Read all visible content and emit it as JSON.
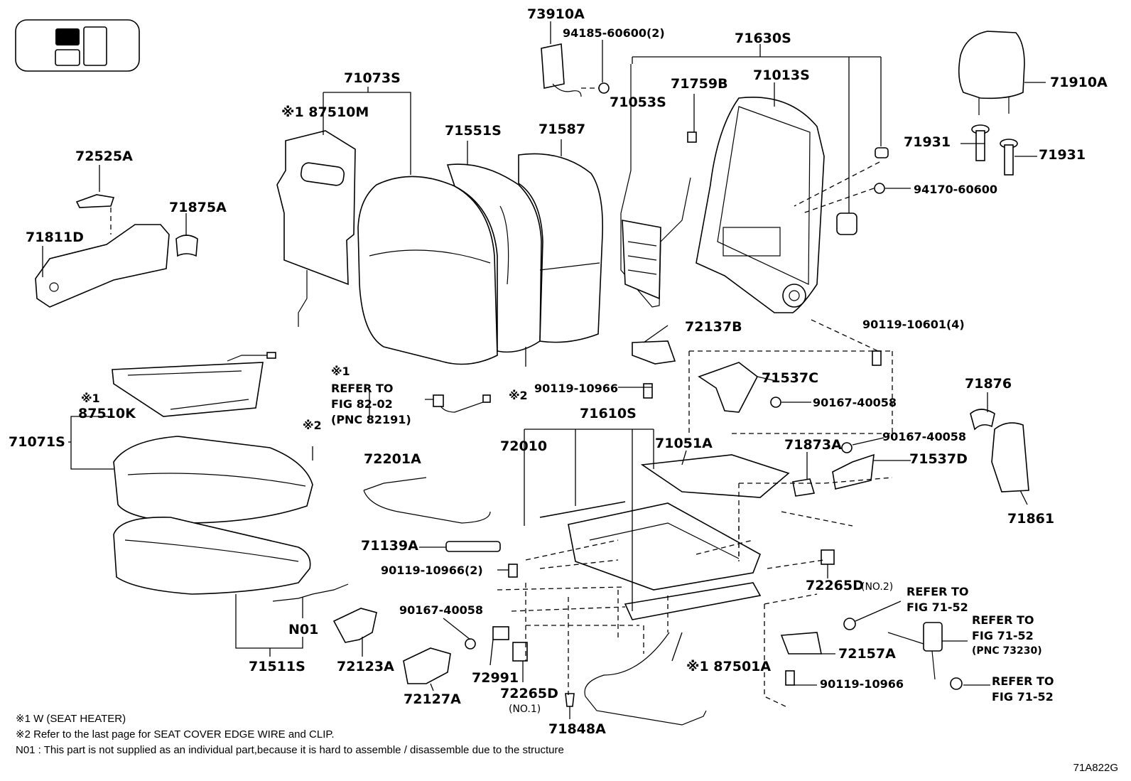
{
  "labels": {
    "p73910A": "73910A",
    "p94185": "94185-60600(2)",
    "p71630S": "71630S",
    "p71073S": "71073S",
    "p71759B": "71759B",
    "p71013S": "71013S",
    "p71053S": "71053S",
    "p87510M": "※1 87510M",
    "p71551S": "71551S",
    "p71587": "71587",
    "p71910A": "71910A",
    "p71931a": "71931",
    "p71931b": "71931",
    "p94170": "94170-60600",
    "p72525A": "72525A",
    "p71875A": "71875A",
    "p71811D": "71811D",
    "p72137B": "72137B",
    "p90119_10601": "90119-10601(4)",
    "ref1_marker": "※1",
    "ref1_l1": "REFER TO",
    "ref1_l2": "FIG 82-02",
    "ref1_l3": "(PNC 82191)",
    "p90119_10966a": "90119-10966",
    "p71537C": "71537C",
    "p90167_a": "90167-40058",
    "star2a": "※2",
    "star1_87510K": "※1",
    "p87510K": "87510K",
    "p71071S": "71071S",
    "star2b": "※2",
    "p71610S": "71610S",
    "p71876": "71876",
    "p72010": "72010",
    "p71051A": "71051A",
    "p71873A": "71873A",
    "p90167_b": "90167-40058",
    "p71537D": "71537D",
    "p72201A": "72201A",
    "p71861": "71861",
    "p71139A": "71139A",
    "p90119_10966_2": "90119-10966(2)",
    "p72265D_no2": "72265D",
    "p72265D_no2_sfx": "(NO.2)",
    "ref2_l1": "REFER TO",
    "ref2_l2": "FIG 71-52",
    "p90167_c": "90167-40058",
    "ref3_l1": "REFER TO",
    "ref3_l2": "FIG 71-52",
    "ref3_l3": "(PNC 73230)",
    "pN01": "N01",
    "p72157A": "72157A",
    "p72991": "72991",
    "p87501A": "※1 87501A",
    "p71511S": "71511S",
    "p72123A": "72123A",
    "p90119_10966b": "90119-10966",
    "ref4_l1": "REFER TO",
    "ref4_l2": "FIG 71-52",
    "p72265D_no1": "72265D",
    "p72265D_no1_sfx": "(NO.1)",
    "p72127A": "72127A",
    "p71848A": "71848A"
  },
  "notes": {
    "note1": "※1 W (SEAT HEATER)",
    "note2": "※2 Refer to the last page for SEAT COVER EDGE WIRE and CLIP.",
    "note3": "N01 : This part is not supplied as an individual part,because it is hard to assemble / disassemble  due to the structure"
  },
  "figure_id": "71A822G"
}
